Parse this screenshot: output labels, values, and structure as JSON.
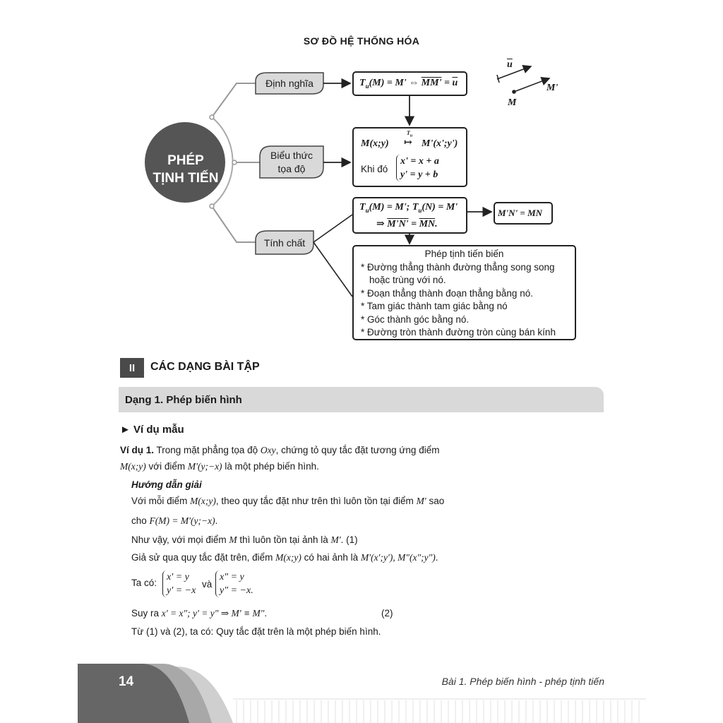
{
  "header": {
    "title": "SƠ ĐỒ HỆ THỐNG HÓA"
  },
  "mindmap": {
    "center_line1": "PHÉP",
    "center_line2": "TỊNH TIẾN",
    "branch1": "Định nghĩa",
    "branch2_line1": "Biểu thức",
    "branch2_line2": "tọa độ",
    "branch3": "Tính chất",
    "def_formula": "T",
    "def_sub": "u",
    "def_rest": "(M) = M' ⇔ ",
    "def_vec": "MM'",
    "def_eq": " = ",
    "def_u": "u",
    "coord_lhs": "M(x;y)",
    "coord_map_label": "T",
    "coord_map_sub": "u",
    "coord_arrow": "↦",
    "coord_rhs": "M'(x';y')",
    "coord_khi_do": "Khi đó",
    "coord_eq1": "x' = x + a",
    "coord_eq2": "y' = y + b",
    "prop_line1_a": "(M) = M'; ",
    "prop_line1_b": "(N) = M'",
    "prop_line2_pre": "⇒ ",
    "prop_line2_v1": "M'N'",
    "prop_line2_eq": " = ",
    "prop_line2_v2": "MN",
    "prop_line2_end": ".",
    "prop_result": "M'N' = MN",
    "vector_label": "u",
    "point_m": "M",
    "point_m2": "M'",
    "props_head": "Phép tịnh tiến biến",
    "props_items": [
      "Đường thẳng thành đường thẳng song song hoặc trùng với nó.",
      "Đoạn thẳng thành đoạn thẳng bằng nó.",
      "Tam giác thành tam giác bằng nó",
      "Góc thành góc bằng nó.",
      "Đường tròn thành đường tròn cùng bán kính"
    ]
  },
  "section": {
    "num": "II",
    "title": "CÁC DẠNG BÀI TẬP"
  },
  "dang": {
    "title": "Dạng 1. Phép biến hình"
  },
  "vidu": {
    "heading": "► Ví dụ mẫu"
  },
  "example": {
    "label": "Ví dụ 1.",
    "text1": " Trong mặt phẳng tọa độ ",
    "oxy": "Oxy",
    "text2": ", chứng tỏ quy tắc đặt tương ứng điểm",
    "line2_a": "M(x;y)",
    "line2_b": " với điểm ",
    "line2_c": "M'(y;−x)",
    "line2_d": " là một phép biến hình.",
    "guide": "Hướng dẫn giải",
    "s1_a": "Với mỗi điểm ",
    "s1_b": "M(x;y)",
    "s1_c": ", theo quy tắc đặt như trên thì luôn tồn tại điểm ",
    "s1_d": "M'",
    "s1_e": " sao",
    "s2_a": "cho ",
    "s2_b": "F(M) = M'(y;−x)",
    "s2_c": ".",
    "s3_a": "Như vậy, với mọi điểm ",
    "s3_b": "M",
    "s3_c": " thì luôn tồn tại ảnh là ",
    "s3_d": "M'",
    "s3_e": ".  (1)",
    "s4_a": "Giả sử qua quy tắc đặt trên, điểm ",
    "s4_b": "M(x;y)",
    "s4_c": " có hai ảnh là ",
    "s4_d": "M'(x';y'), M\"(x\";y\")",
    "s4_e": ".",
    "s5_a": "Ta có: ",
    "sys1_l1": "x' = y",
    "sys1_l2": "y' = −x",
    "s5_and": "và",
    "sys2_l1": "x\" = y",
    "sys2_l2": "y\" = −x.",
    "s6_a": "Suy ra ",
    "s6_b": "x' = x\"; y' = y\" ⇒ M' ≡ M\"",
    "s6_c": ".",
    "s6_tag": "(2)",
    "s7": "Từ (1) và (2), ta có: Quy tắc đặt trên là một phép biến hình."
  },
  "footer": {
    "page": "14",
    "text": "Bài 1. Phép biến hình - phép tịnh tiến"
  }
}
